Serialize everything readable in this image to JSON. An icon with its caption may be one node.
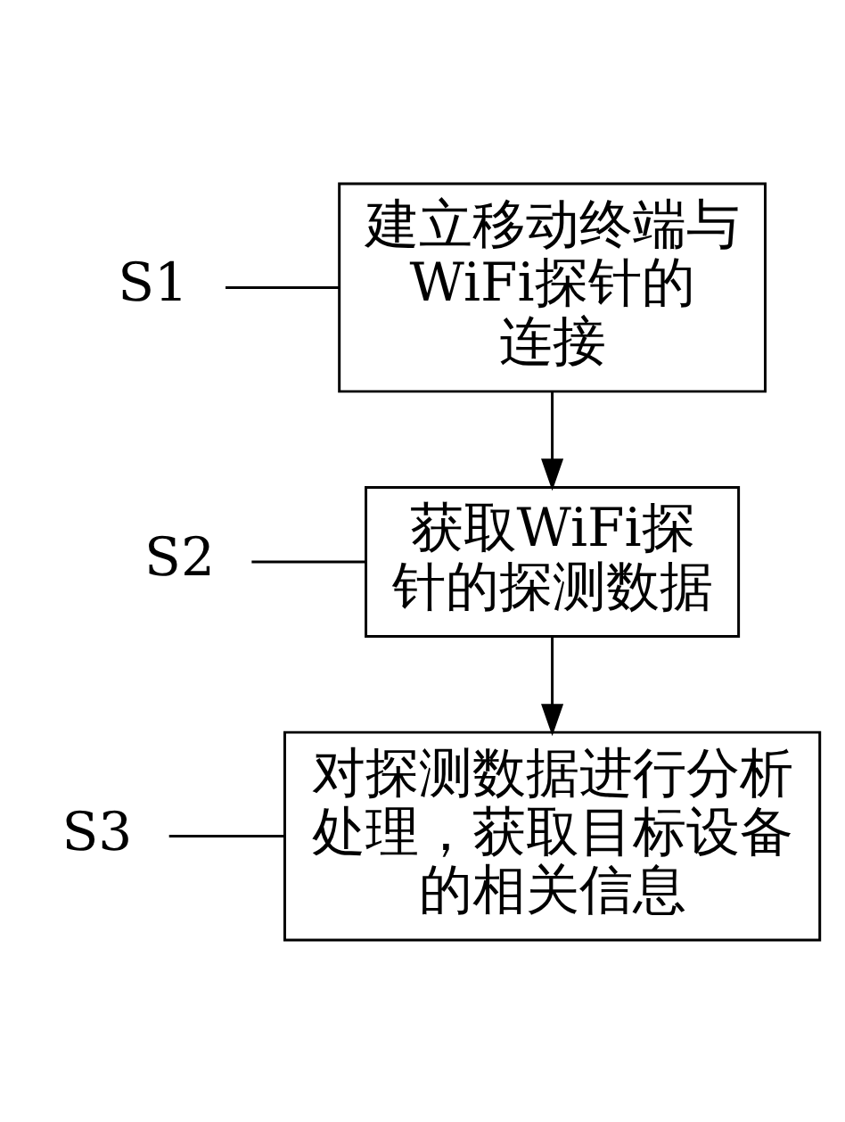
{
  "diagram": {
    "nodes": [
      {
        "text": [
          "建立移动终端与WiFi探针的连接"
        ]
      },
      {
        "text": [
          "获取WiFi探针的探测数据"
        ]
      },
      {
        "text": [
          "对探测数据进行分析处理，获取目标设备的相关信息"
        ]
      },
      {
        "text": [
          "S1"
        ]
      },
      {
        "text": [
          "S2"
        ]
      },
      {
        "text": [
          "S3"
        ]
      }
    ],
    "edges": [
      {
        "from": 0,
        "to": 1,
        "arrow": "to"
      },
      {
        "from": 1,
        "to": 2,
        "arrow": "to"
      },
      {
        "from": 3,
        "to": 0,
        "arrow": "none"
      },
      {
        "from": 4,
        "to": 1,
        "arrow": "none"
      },
      {
        "from": 5,
        "to": 2,
        "arrow": "none"
      }
    ]
  }
}
